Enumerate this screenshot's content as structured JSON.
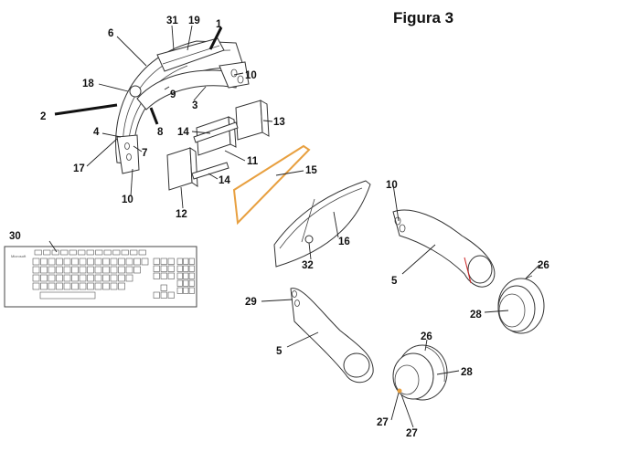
{
  "figure": {
    "title": "Figura 3"
  },
  "callouts": {
    "c31": "31",
    "c19": "19",
    "c1": "1",
    "c6": "6",
    "c10a": "10",
    "c18": "18",
    "c9": "9",
    "c3": "3",
    "c2": "2",
    "c8": "8",
    "c4": "4",
    "c7": "7",
    "c17": "17",
    "c10b": "10",
    "c14a": "14",
    "c13": "13",
    "c11": "11",
    "c15": "15",
    "c14b": "14",
    "c12": "12",
    "c10c": "10",
    "c16": "16",
    "c32": "32",
    "c5a": "5",
    "c30": "30",
    "c29": "29",
    "c26a": "26",
    "c28a": "28",
    "c5b": "5",
    "c26b": "26",
    "c28b": "28",
    "c27a": "27",
    "c27b": "27"
  },
  "keyboard": {
    "brand": "Microsoft"
  },
  "colors": {
    "accent_orange": "#e8a040",
    "accent_red": "#cc2222",
    "line": "#333333"
  }
}
